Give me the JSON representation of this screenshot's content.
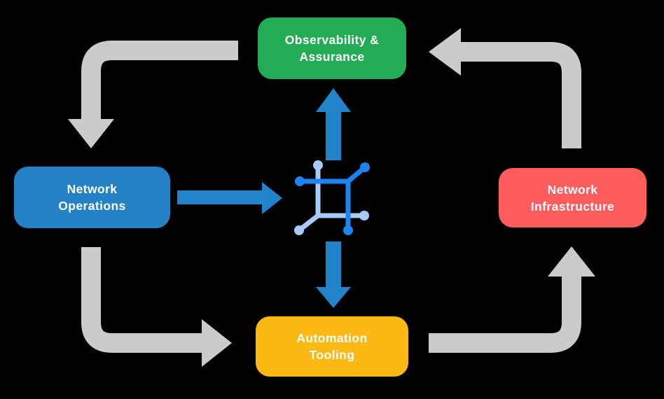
{
  "canvas": {
    "background": "#000000"
  },
  "nodes": {
    "observability": {
      "label": "Observability &\nAssurance",
      "color": "#23ab55"
    },
    "operations": {
      "label": "Network\nOperations",
      "color": "#2381c4"
    },
    "infrastructure": {
      "label": "Network\nInfrastructure",
      "color": "#fd5c5c"
    },
    "automation": {
      "label": "Automation\nTooling",
      "color": "#fdb913"
    }
  },
  "hub_icon": {
    "name": "network-mesh-icon",
    "primary_color": "#1e85f0",
    "secondary_color": "#a8cbf5"
  },
  "arrows": {
    "cycle_color": "#cbcbcb",
    "hub_color": "#2183c9",
    "flows": [
      "Observability & Assurance -> Network Operations",
      "Network Operations -> Automation Tooling",
      "Automation Tooling -> Network Infrastructure",
      "Network Infrastructure -> Observability & Assurance",
      "Network Operations -> Hub",
      "Hub -> Observability & Assurance",
      "Hub -> Automation Tooling"
    ]
  }
}
